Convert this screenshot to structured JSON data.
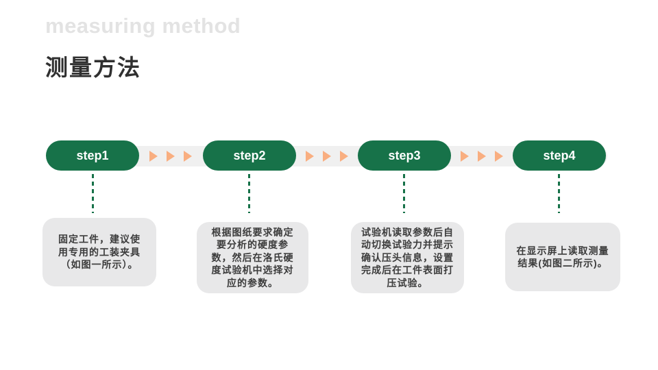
{
  "slide": {
    "title_en": "measuring method",
    "title_zh": "测量方法"
  },
  "flow": {
    "arrows_per_gap": 3,
    "steps": [
      {
        "label": "step1",
        "description": "固定工件，建议使用专用的工装夹具（如图一所示）。"
      },
      {
        "label": "step2",
        "description": "根据图纸要求确定要分析的硬度参数，然后在洛氏硬度试验机中选择对应的参数。"
      },
      {
        "label": "step3",
        "description": "试验机读取参数后自动切换试验力并提示确认压头信息，设置完成后在工件表面打压试验。"
      },
      {
        "label": "step4",
        "description": "在显示屏上读取测量结果(如图二所示)。"
      }
    ]
  },
  "colors": {
    "step_pill_green": "#177249",
    "arrow_orange": "#f9ae80",
    "band_gray": "#f0f0f0",
    "desc_box_gray": "#e8e8e9",
    "title_en_gray": "#e3e3e3",
    "title_zh_dark": "#303030",
    "desc_text_dark": "#3c3c3c",
    "background": "#ffffff"
  }
}
